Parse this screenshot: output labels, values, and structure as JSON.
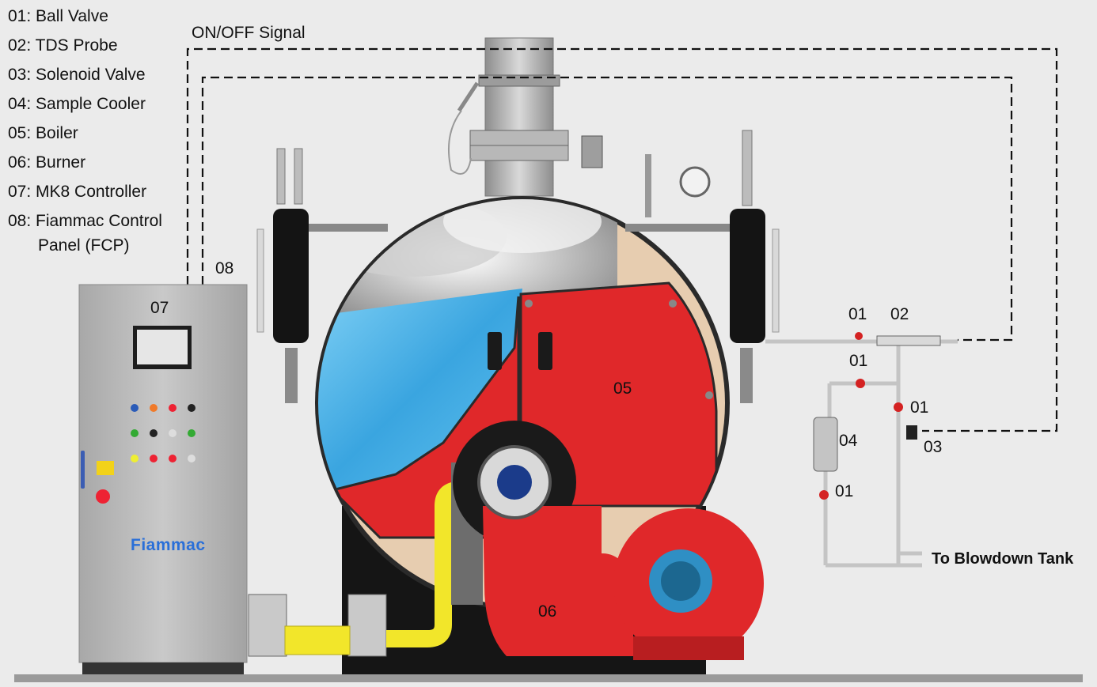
{
  "legend": [
    {
      "code": "01:",
      "name": "Ball Valve"
    },
    {
      "code": "02:",
      "name": "TDS Probe"
    },
    {
      "code": "03:",
      "name": "Solenoid Valve"
    },
    {
      "code": "04:",
      "name": "Sample Cooler"
    },
    {
      "code": "05:",
      "name": "Boiler"
    },
    {
      "code": "06:",
      "name": "Burner"
    },
    {
      "code": "07:",
      "name": "MK8 Controller"
    },
    {
      "code": "08:",
      "name": "Fiammac Control",
      "name2": "Panel (FCP)"
    }
  ],
  "signal_label": "ON/OFF Signal",
  "labels": {
    "n08": "08",
    "n07": "07",
    "n05": "05",
    "n06": "06",
    "ball_valve_top": "01",
    "tds_probe": "02",
    "ball_valve_mid": "01",
    "ball_valve_right": "01",
    "sample_cooler": "04",
    "solenoid": "03",
    "ball_valve_low": "01",
    "blowdown": "To Blowdown Tank"
  },
  "panel_brand": "Fiammac",
  "colors": {
    "background": "#ebebeb",
    "boiler_red": "#e0282a",
    "water": "#4fb4e6",
    "cream": "#e7cdb0",
    "panel_grey": "#b3b3b3",
    "gas_yellow": "#f2e62a",
    "motor_blue": "#2f8fc4",
    "brand_blue": "#2a6fd8"
  }
}
